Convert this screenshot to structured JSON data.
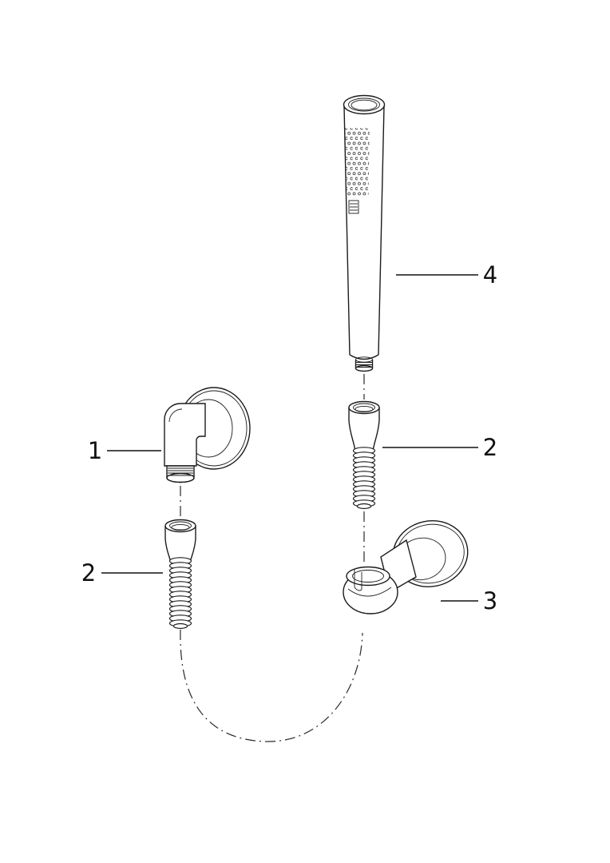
{
  "figure": {
    "background": "#ffffff",
    "line_color": "#1c1c1c"
  },
  "callouts": [
    {
      "label": "1"
    },
    {
      "label": "2"
    },
    {
      "label": "2"
    },
    {
      "label": "3"
    },
    {
      "label": "4"
    }
  ]
}
